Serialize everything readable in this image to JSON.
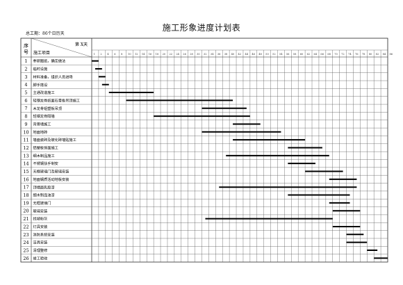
{
  "title": "施工形象进度计划表",
  "total_days_label": "总工期：86个日历天",
  "header": {
    "seq_label": "序号",
    "item_label": "施工项目",
    "day_label": "第 X天"
  },
  "day_ticks": [
    "1",
    "2",
    "4",
    "6",
    "8",
    "10",
    "12",
    "14",
    "16",
    "18",
    "20",
    "22",
    "24",
    "26",
    "28",
    "30",
    "32",
    "34",
    "36",
    "38",
    "40",
    "42",
    "44",
    "46",
    "48",
    "50",
    "52",
    "54",
    "56",
    "58",
    "60",
    "62",
    "64",
    "66",
    "68",
    "70",
    "72",
    "74",
    "76",
    "78",
    "80",
    "82",
    "84",
    "86"
  ],
  "chart_data": {
    "type": "gantt",
    "x_unit": "day",
    "xlim": [
      0,
      86
    ],
    "tasks": [
      {
        "no": "1",
        "name": "参研图纸，确定做法",
        "start": 0,
        "end": 2
      },
      {
        "no": "2",
        "name": "临时设施",
        "start": 1,
        "end": 3
      },
      {
        "no": "3",
        "name": "材料准备，组织人员进场",
        "start": 2,
        "end": 4
      },
      {
        "no": "4",
        "name": "脚手搭设",
        "start": 3,
        "end": 5
      },
      {
        "no": "5",
        "name": "主通改造施工",
        "start": 5,
        "end": 18
      },
      {
        "no": "6",
        "name": "轻钢龙骨纸面石膏板吊顶施工",
        "start": 10,
        "end": 41
      },
      {
        "no": "7",
        "name": "木龙骨铝塑板吊顶",
        "start": 32,
        "end": 45
      },
      {
        "no": "8",
        "name": "轻钢龙骨隔墙",
        "start": 18,
        "end": 46
      },
      {
        "no": "9",
        "name": "背景墙施工",
        "start": 41,
        "end": 49
      },
      {
        "no": "10",
        "name": "地面地砖",
        "start": 32,
        "end": 55
      },
      {
        "no": "11",
        "name": "墙面瓷砖及玻化砖墙贴施工",
        "start": 41,
        "end": 62
      },
      {
        "no": "12",
        "name": "铝塑板饰面施工",
        "start": 57,
        "end": 67
      },
      {
        "no": "13",
        "name": "细木制品施工",
        "start": 39,
        "end": 69
      },
      {
        "no": "14",
        "name": "不锈钢扶手制安",
        "start": 57,
        "end": 65
      },
      {
        "no": "15",
        "name": "无框玻璃门及玻璃安装",
        "start": 62,
        "end": 73
      },
      {
        "no": "16",
        "name": "地面钢质活动地板安装",
        "start": 69,
        "end": 77
      },
      {
        "no": "17",
        "name": "顶墙面乳胶漆",
        "start": 37,
        "end": 77
      },
      {
        "no": "18",
        "name": "细木制品油漆",
        "start": 57,
        "end": 75
      },
      {
        "no": "19",
        "name": "无框玻璃门",
        "start": 69,
        "end": 75
      },
      {
        "no": "20",
        "name": "玻璃安装",
        "start": 70,
        "end": 78
      },
      {
        "no": "21",
        "name": "找坡粉灰",
        "start": 33,
        "end": 70
      },
      {
        "no": "22",
        "name": "灯具安装",
        "start": 70,
        "end": 78
      },
      {
        "no": "23",
        "name": "消防系统安装",
        "start": 74,
        "end": 79
      },
      {
        "no": "24",
        "name": "洁具安装",
        "start": 74,
        "end": 80
      },
      {
        "no": "25",
        "name": "清理整修",
        "start": 80,
        "end": 83
      },
      {
        "no": "26",
        "name": "竣工验收",
        "start": 82,
        "end": 86
      }
    ]
  }
}
